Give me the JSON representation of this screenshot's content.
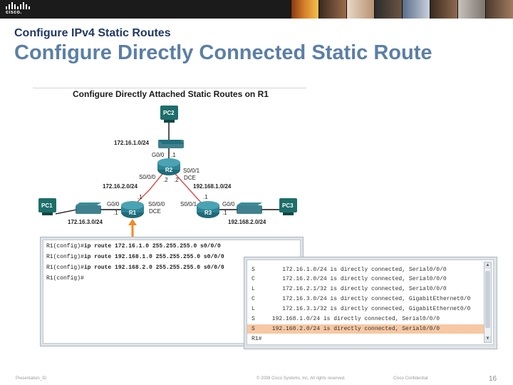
{
  "header": {
    "logo_text": "cisco.",
    "subtitle": "Configure IPv4 Static Routes",
    "title": "Configure Directly Connected Static Route"
  },
  "diagram": {
    "title": "Configure Directly Attached Static Routes on R1",
    "devices": {
      "pc1": "PC1",
      "pc2": "PC2",
      "pc3": "PC3",
      "r1": "R1",
      "r2": "R2",
      "r3": "R3"
    },
    "labels": {
      "net_pc2": "172.16.1.0/24",
      "r2_g0": "G0/0",
      "r2_g0_host": ".1",
      "r2_s000": "S0/0/0",
      "r2_s001": "S0/0/1",
      "r2_dce": "DCE",
      "r2_s000_host": ".2",
      "r2_s001_host": ".2",
      "net_r1r2": "172.16.2.0/24",
      "net_r2r3": "192.168.1.0/24",
      "r1_s000_host": ".1",
      "r1_s000": "S0/0/0",
      "r1_dce": "DCE",
      "r1_g0": "G0/0",
      "r1_g0_host": ".1",
      "net_pc1": "172.16.3.0/24",
      "r3_s001_host": ".1",
      "r3_s001": "S0/0/1",
      "r3_g0": "G0/0",
      "r3_g0_host": ".1",
      "net_pc3": "192.168.2.0/24"
    }
  },
  "terminal1": {
    "lines": [
      {
        "prompt": "R1(config)#",
        "cmd": "ip route 172.16.1.0 255.255.255.0 s0/0/0"
      },
      {
        "prompt": "R1(config)#",
        "cmd": "ip route 192.168.1.0 255.255.255.0 s0/0/0"
      },
      {
        "prompt": "R1(config)#",
        "cmd": "ip route 192.168.2.0 255.255.255.0 s0/0/0"
      },
      {
        "prompt": "R1(config)#",
        "cmd": ""
      }
    ]
  },
  "terminal2": {
    "rows": [
      {
        "text": "S        172.16.1.0/24 is directly connected, Serial0/0/0",
        "highlight": false
      },
      {
        "text": "C        172.16.2.0/24 is directly connected, Serial0/0/0",
        "highlight": false
      },
      {
        "text": "L        172.16.2.1/32 is directly connected, Serial0/0/0",
        "highlight": false
      },
      {
        "text": "C        172.16.3.0/24 is directly connected, GigabitEthernet0/0",
        "highlight": false
      },
      {
        "text": "L        172.16.3.1/32 is directly connected, GigabitEthernet0/0",
        "highlight": false
      },
      {
        "text": "S     192.168.1.0/24 is directly connected, Serial0/0/0",
        "highlight": false
      },
      {
        "text": "S     192.168.2.0/24 is directly connected, Serial0/0/0",
        "highlight": true
      },
      {
        "text": "R1#",
        "highlight": false
      }
    ],
    "scroll_up": "▲",
    "scroll_down": "▼"
  },
  "footer": {
    "presentation": "Presentation_ID",
    "copyright": "© 2008 Cisco Systems, Inc. All rights reserved.",
    "confidential": "Cisco Confidential",
    "page": "16"
  },
  "colors": {
    "subtitle": "#1f3864",
    "title": "#5b7fa6",
    "highlight": "#f7c8a3",
    "pc": "#1d6e6a",
    "router": "#1e6b79",
    "link_red": "#d9534f",
    "arrow_orange": "#f08a24"
  }
}
